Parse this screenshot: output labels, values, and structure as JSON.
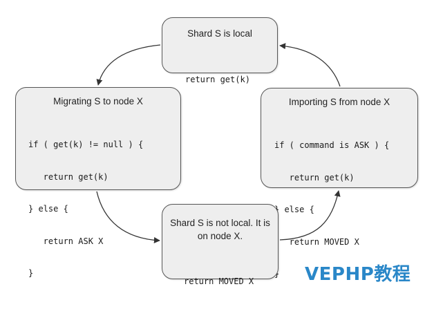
{
  "nodes": {
    "local": {
      "title": "Shard S is local",
      "code": [
        "return get(k)"
      ]
    },
    "migrating": {
      "title": "Migrating S to node X",
      "code": [
        "if ( get(k) != null ) {",
        "   return get(k)",
        "} else {",
        "   return ASK X",
        "}"
      ]
    },
    "importing": {
      "title": "Importing S from node X",
      "code": [
        "if ( command is ASK ) {",
        "   return get(k)",
        "} else {",
        "   return MOVED X",
        "}"
      ]
    },
    "not_local": {
      "title": "Shard S is not local. It is on node X.",
      "code": [
        "return MOVED X"
      ]
    }
  },
  "watermark": {
    "text": "VEPHP教程",
    "color": "#2a87c8"
  },
  "colors": {
    "node_fill": "#eeeeee",
    "node_border": "#555555",
    "arrow": "#333333"
  }
}
